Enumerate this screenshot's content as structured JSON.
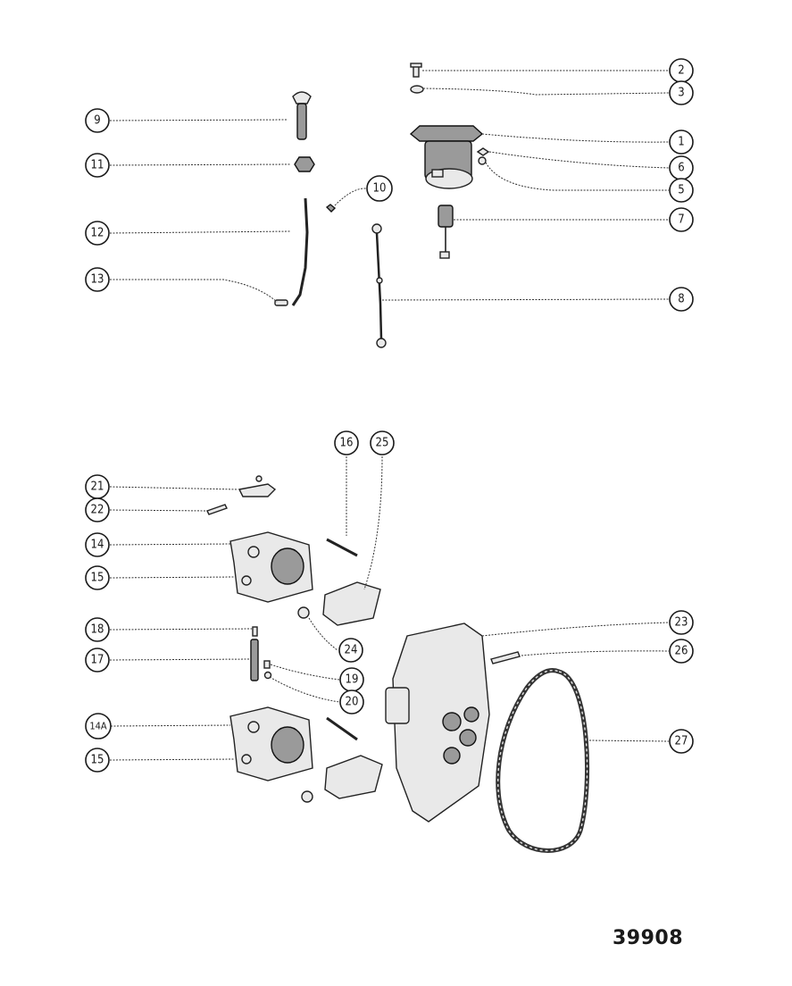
{
  "reference_number": "39908",
  "callouts": [
    {
      "id": "c2",
      "label": "2"
    },
    {
      "id": "c3",
      "label": "3"
    },
    {
      "id": "c9",
      "label": "9"
    },
    {
      "id": "c1",
      "label": "1"
    },
    {
      "id": "c11",
      "label": "11"
    },
    {
      "id": "c6",
      "label": "6"
    },
    {
      "id": "c10",
      "label": "10"
    },
    {
      "id": "c5",
      "label": "5"
    },
    {
      "id": "c7",
      "label": "7"
    },
    {
      "id": "c12",
      "label": "12"
    },
    {
      "id": "c13",
      "label": "13"
    },
    {
      "id": "c8",
      "label": "8"
    },
    {
      "id": "c16",
      "label": "16"
    },
    {
      "id": "c25",
      "label": "25"
    },
    {
      "id": "c21",
      "label": "21"
    },
    {
      "id": "c22",
      "label": "22"
    },
    {
      "id": "c14",
      "label": "14"
    },
    {
      "id": "c15a",
      "label": "15"
    },
    {
      "id": "c23",
      "label": "23"
    },
    {
      "id": "c24",
      "label": "24"
    },
    {
      "id": "c18",
      "label": "18"
    },
    {
      "id": "c26",
      "label": "26"
    },
    {
      "id": "c17",
      "label": "17"
    },
    {
      "id": "c19",
      "label": "19"
    },
    {
      "id": "c20",
      "label": "20"
    },
    {
      "id": "c14A",
      "label": "14A"
    },
    {
      "id": "c27",
      "label": "27"
    },
    {
      "id": "c15b",
      "label": "15"
    }
  ]
}
